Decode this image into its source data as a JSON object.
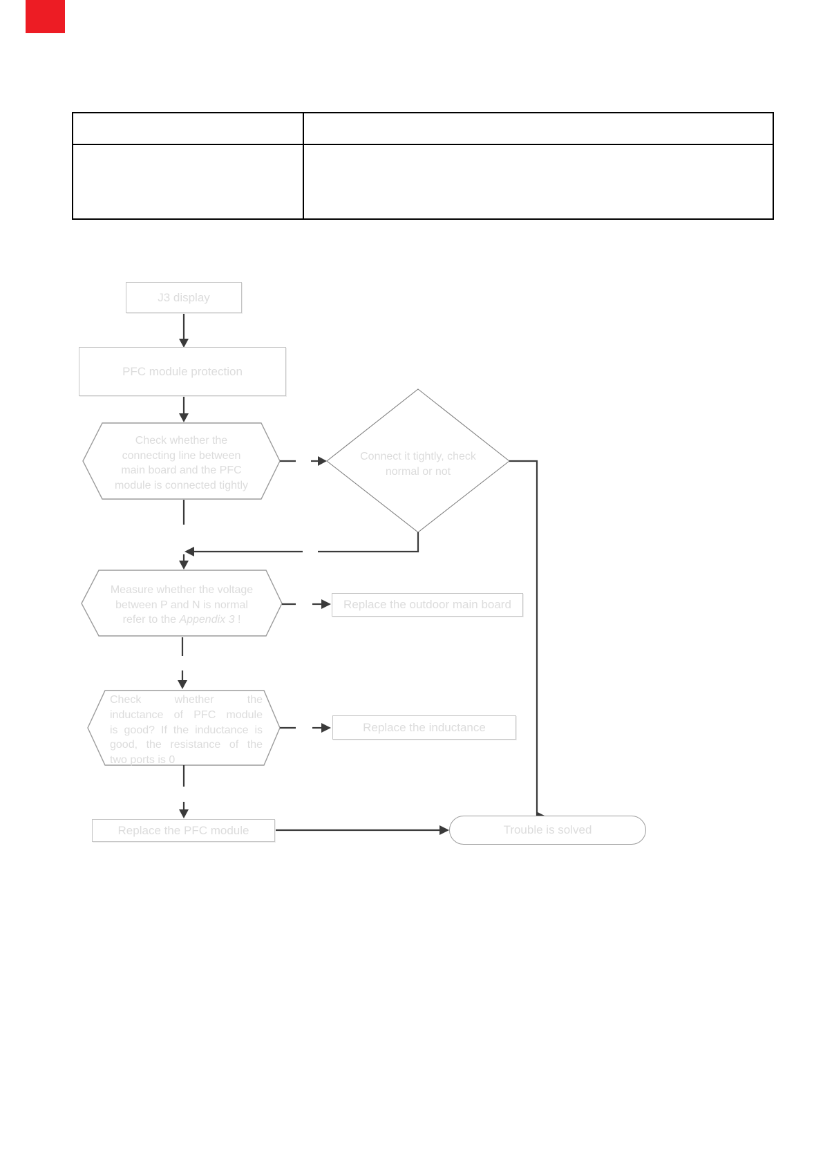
{
  "page": {
    "background": "#ffffff",
    "marker_color": "#ed1c24"
  },
  "table": {
    "header": [
      "",
      ""
    ],
    "body": [
      [
        "",
        ""
      ]
    ]
  },
  "colors": {
    "connector": "#3a3a3a",
    "shape_border": "#9b9b9b",
    "box_border": "#c4c4c4",
    "faded_text": "#dcdcdc",
    "table_border": "#000000"
  },
  "flowchart": {
    "start_box": {
      "label": "J3 display"
    },
    "protection_box": {
      "label": "PFC module protection"
    },
    "hex_check_line": {
      "lines": [
        "Check whether the",
        "connecting line between",
        "main board and the PFC",
        "module is connected tightly"
      ]
    },
    "diamond_connect": {
      "lines": [
        "Connect it tightly, check",
        "normal or not"
      ]
    },
    "hex_measure_voltage": {
      "lines": [
        "Measure whether the voltage",
        "between P and N is normal"
      ],
      "line3_prefix": "refer to the ",
      "line3_italic": "Appendix 3",
      "line3_suffix": " !"
    },
    "replace_main_board_box": {
      "label": "Replace the outdoor main board"
    },
    "hex_check_inductance": {
      "lines": [
        "Check whether the",
        "inductance of PFC module",
        "is good? If the inductance is",
        "good, the resistance of the",
        "two ports is 0"
      ]
    },
    "replace_inductance_box": {
      "label": "Replace the inductance"
    },
    "replace_pfc_box": {
      "label": "Replace the PFC module"
    },
    "solved_node": {
      "label": "Trouble is solved"
    }
  }
}
